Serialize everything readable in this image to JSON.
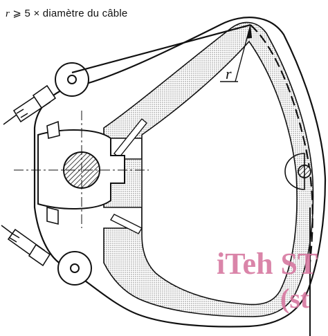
{
  "caption": {
    "var": "r",
    "rest": " ⩾ 5 × diamètre du câble"
  },
  "radius_label": "r",
  "watermark": {
    "line1": "iTeh ST",
    "line2": "(st"
  },
  "colors": {
    "ink": "#111111",
    "stipple": "#9a9a9a",
    "watermark": "#d678a0"
  }
}
